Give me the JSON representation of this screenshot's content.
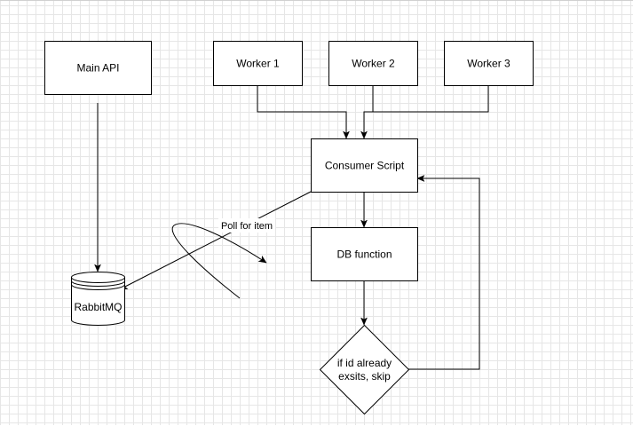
{
  "diagram": {
    "nodes": {
      "main_api": "Main API",
      "worker_1": "Worker 1",
      "worker_2": "Worker 2",
      "worker_3": "Worker 3",
      "consumer_script": "Consumer Script",
      "db_function": "DB function",
      "decision_line1": "if id already",
      "decision_line2": "exsits, skip",
      "rabbitmq": "RabbitMQ"
    },
    "edge_labels": {
      "poll": "Poll for item"
    }
  }
}
